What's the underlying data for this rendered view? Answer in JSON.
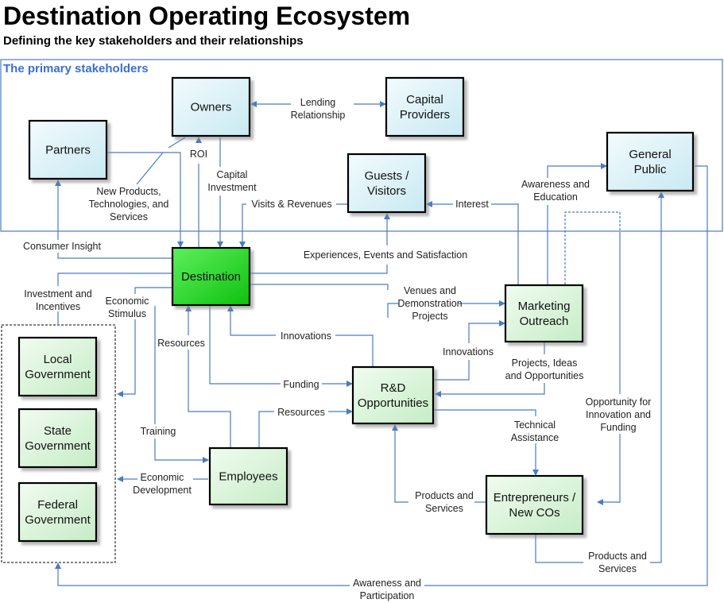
{
  "title": "Destination Operating Ecosystem",
  "subtitle": "Defining the key stakeholders and their relationships",
  "region_title": "The primary stakeholders",
  "nodes": {
    "owners": [
      "Owners"
    ],
    "capital_providers": [
      "Capital",
      "Providers"
    ],
    "partners": [
      "Partners"
    ],
    "general_public": [
      "General",
      "Public"
    ],
    "guests": [
      "Guests /",
      "Visitors"
    ],
    "destination": [
      "Destination"
    ],
    "marketing": [
      "Marketing",
      "Outreach"
    ],
    "rd": [
      "R&D",
      "Opportunities"
    ],
    "employees": [
      "Employees"
    ],
    "entrepreneurs": [
      "Entrepreneurs /",
      "New COs"
    ],
    "local_gov": [
      "Local",
      "Government"
    ],
    "state_gov": [
      "State",
      "Government"
    ],
    "federal_gov": [
      "Federal",
      "Government"
    ]
  },
  "labels": {
    "lending": [
      "Lending",
      "Relationship"
    ],
    "roi": [
      "ROI"
    ],
    "capital_investment": [
      "Capital",
      "Investment"
    ],
    "new_products": [
      "New Products,",
      "Technologies, and",
      "Services"
    ],
    "visits_revenues": [
      "Visits & Revenues"
    ],
    "interest": [
      "Interest"
    ],
    "awareness_education": [
      "Awareness and",
      "Education"
    ],
    "consumer_insight": [
      "Consumer Insight"
    ],
    "experiences": [
      "Experiences, Events and Satisfaction"
    ],
    "investment_incentives": [
      "Investment and",
      "Incentives"
    ],
    "economic_stimulus": [
      "Economic",
      "Stimulus"
    ],
    "venues": [
      "Venues and",
      "Demonstration",
      "Projects"
    ],
    "resources_left": [
      "Resources"
    ],
    "innovations_top": [
      "Innovations"
    ],
    "innovations_right": [
      "Innovations"
    ],
    "projects_ideas": [
      "Projects, Ideas",
      "and Opportunities"
    ],
    "funding": [
      "Funding"
    ],
    "resources_mid": [
      "Resources"
    ],
    "opportunity": [
      "Opportunity for",
      "Innovation and",
      "Funding"
    ],
    "training": [
      "Training"
    ],
    "technical_assistance": [
      "Technical",
      "Assistance"
    ],
    "economic_development": [
      "Economic",
      "Development"
    ],
    "products_services_left": [
      "Products and",
      "Services"
    ],
    "products_services_right": [
      "Products and",
      "Services"
    ],
    "awareness_participation": [
      "Awareness and",
      "Participation"
    ]
  },
  "colors": {
    "arrow": "#4a7cc0",
    "region_border": "#4a7cc0",
    "stakeholder_fill": "#e0f2f7",
    "opportunity_fill": "#dcf5dc",
    "destination_fill": "#22dd22"
  }
}
